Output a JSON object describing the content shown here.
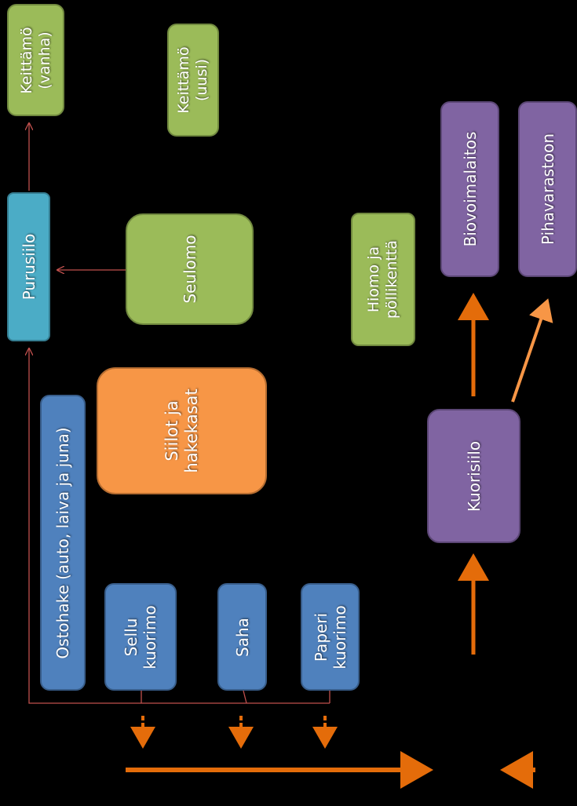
{
  "nodes": {
    "keittamo_vanha": "Keittämö\n(vanha)",
    "keittamo_uusi": "Keittämö\n(uusi)",
    "purusiilo": "Purusiilo",
    "seulomo": "Seulomo",
    "hiomo": "Hiomo ja\npöllikenttä",
    "biovoimalaitos": "Biovoimalaitos",
    "pihavarastoon": "Pihavarastoon",
    "siilot": "Siilot ja\nhakekasat",
    "ostohake": "Ostohake (auto, laiva ja juna)",
    "kuorisiilo": "Kuorisiilo",
    "sellu_kuorimo": "Sellu\nkuorimo",
    "saha": "Saha",
    "paperi_kuorimo": "Paperi\nkuorimo"
  },
  "colors": {
    "background": "#000000",
    "green": "#9bbb59",
    "cyan": "#4bacc6",
    "blue": "#4f81bd",
    "orange": "#f79646",
    "purple": "#8064a2",
    "thin_line": "#c0504d",
    "thick_arrow": "#e46c0a"
  }
}
